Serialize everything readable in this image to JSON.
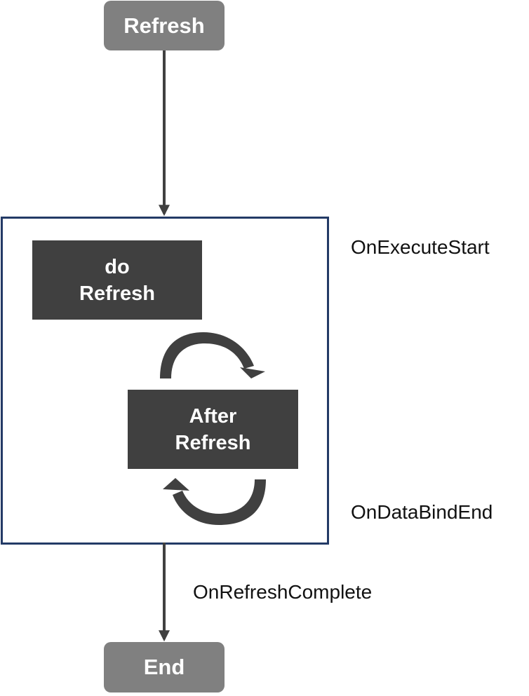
{
  "nodes": {
    "start": "Refresh",
    "end": "End"
  },
  "process": {
    "do_refresh": [
      "do",
      "Refresh"
    ],
    "after_refresh": [
      "After",
      "Refresh"
    ]
  },
  "events": {
    "execute_start": "OnExecuteStart",
    "data_bind_end": "OnDataBindEnd",
    "refresh_complete": "OnRefreshComplete"
  },
  "colors": {
    "terminal_fill": "#808080",
    "process_fill": "#404040",
    "frame_border": "#233a66",
    "arrow": "#404040"
  }
}
